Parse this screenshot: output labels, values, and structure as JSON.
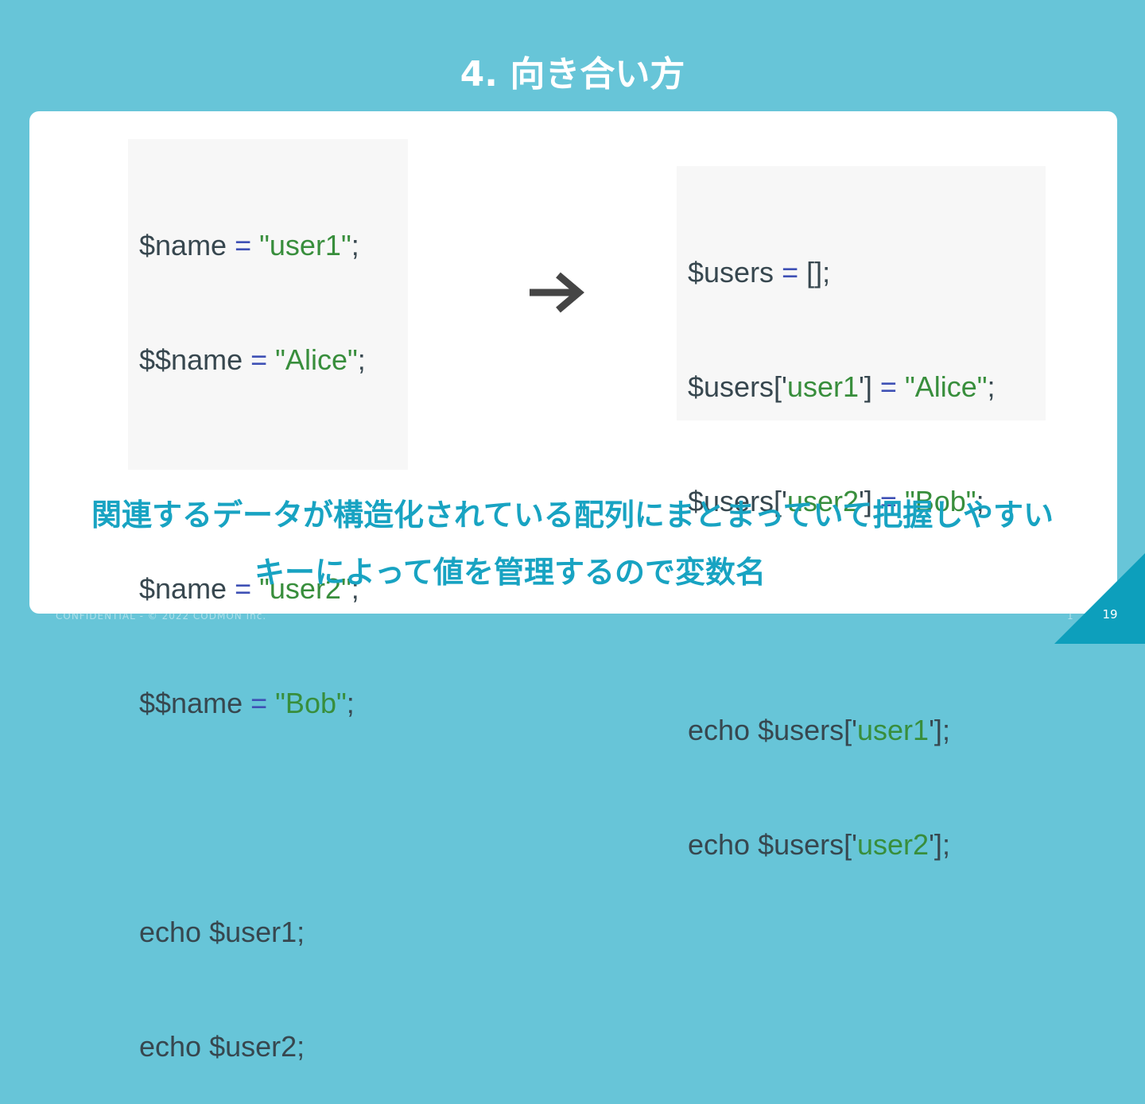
{
  "slide": {
    "title": "4. 向き合い方",
    "page_number": "19",
    "footer": "CONFIDENTIAL - © 2022 CODMON Inc.",
    "footer_mid": "1"
  },
  "code_left": {
    "l1": {
      "a": "$name ",
      "op": "=",
      "b": " ",
      "str": "\"user1\"",
      "c": ";"
    },
    "l2": {
      "a": "$$name ",
      "op": "=",
      "b": " ",
      "str": "\"Alice\"",
      "c": ";"
    },
    "l4": {
      "a": "$name ",
      "op": "=",
      "b": " ",
      "str": "\"user2\"",
      "c": ";"
    },
    "l5": {
      "a": "$$name ",
      "op": "=",
      "b": " ",
      "str": "\"Bob\"",
      "c": ";"
    },
    "l7": "echo $user1;",
    "l8": "echo $user2;"
  },
  "code_right": {
    "l1": {
      "a": "$users ",
      "op": "=",
      "b": " [];"
    },
    "l2": {
      "a": "$users['",
      "key": "user1",
      "b": "'] ",
      "op": "=",
      "c": " ",
      "str": "\"Alice\"",
      "d": ";"
    },
    "l3": {
      "a": "$users['",
      "key": "user2",
      "b": "'] ",
      "op": "=",
      "c": " ",
      "str": "\"Bob\"",
      "d": ";"
    },
    "l5": {
      "a": "echo $users['",
      "key": "user1",
      "b": "'];"
    },
    "l6": {
      "a": "echo $users['",
      "key": "user2",
      "b": "'];"
    }
  },
  "caption": {
    "line1": "関連するデータが構造化されている配列にまとまっていて把握しやすい",
    "line2": "キーによって値を管理するので変数名"
  },
  "colors": {
    "background": "#67c5d8",
    "caption": "#18a3c2",
    "code_text": "#37474f",
    "code_operator": "#3f51b5",
    "code_string": "#388e3c",
    "corner": "#0d9fbc"
  },
  "icons": {
    "arrow": "arrow-right-icon"
  }
}
